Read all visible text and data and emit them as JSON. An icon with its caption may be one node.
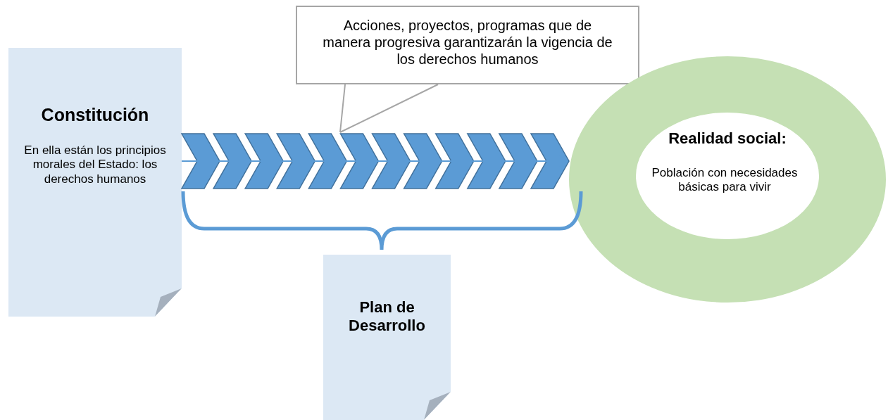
{
  "diagram": {
    "nodes": [
      {
        "text": [
          "Constitución",
          "En ella están los principios morales del Estado: los derechos humanos"
        ]
      },
      {
        "text": [
          "Acciones, proyectos, programas que de manera progresiva garantizarán la vigencia de los derechos humanos"
        ]
      },
      {
        "text": [
          "Realidad social:",
          "Población con necesidades básicas para vivir"
        ]
      },
      {
        "text": [
          "Plan de Desarrollo"
        ]
      }
    ],
    "edges": [
      {
        "from": 0,
        "to": 2,
        "arrow": "to"
      },
      {
        "from": 1,
        "to": null,
        "arrow": "none",
        "color": "#a6a6a6"
      }
    ]
  }
}
